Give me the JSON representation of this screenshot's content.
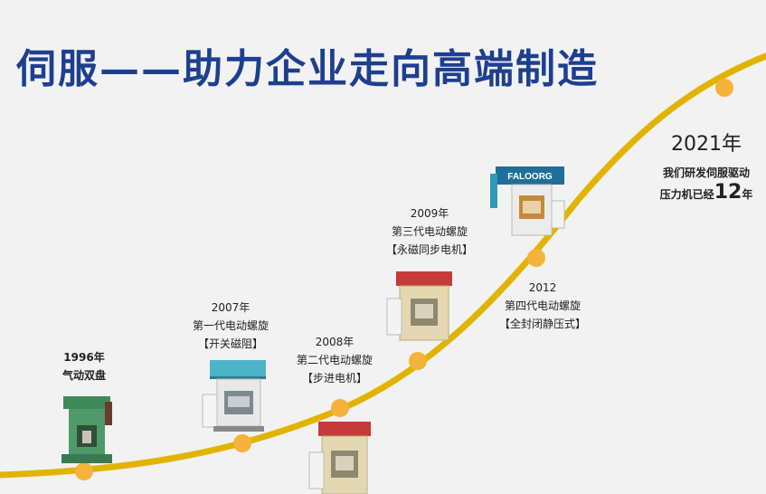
{
  "title": "伺服——助力企业走向高端制造",
  "milestones": [
    {
      "year": "1996年",
      "line1": "气动双盘",
      "line2": ""
    },
    {
      "year": "2007年",
      "line1": "第一代电动螺旋",
      "line2": "【开关磁阻】"
    },
    {
      "year": "2008年",
      "line1": "第二代电动螺旋",
      "line2": "【步进电机】"
    },
    {
      "year": "2009年",
      "line1": "第三代电动螺旋",
      "line2": "【永磁同步电机】"
    },
    {
      "year": "2012",
      "line1": "第四代电动螺旋",
      "line2": "【全封闭静压式】"
    }
  ],
  "summary": {
    "year": "2021年",
    "line1": "我们研发伺服驱动",
    "line2_prefix": "压力机已经",
    "line2_number": "12",
    "line2_suffix": "年"
  },
  "machine_brand": "FALOORG",
  "colors": {
    "title": "#1e3f8f",
    "curve": "#e2b400",
    "dot": "#f4b33a",
    "background": "#f2f2f2"
  }
}
